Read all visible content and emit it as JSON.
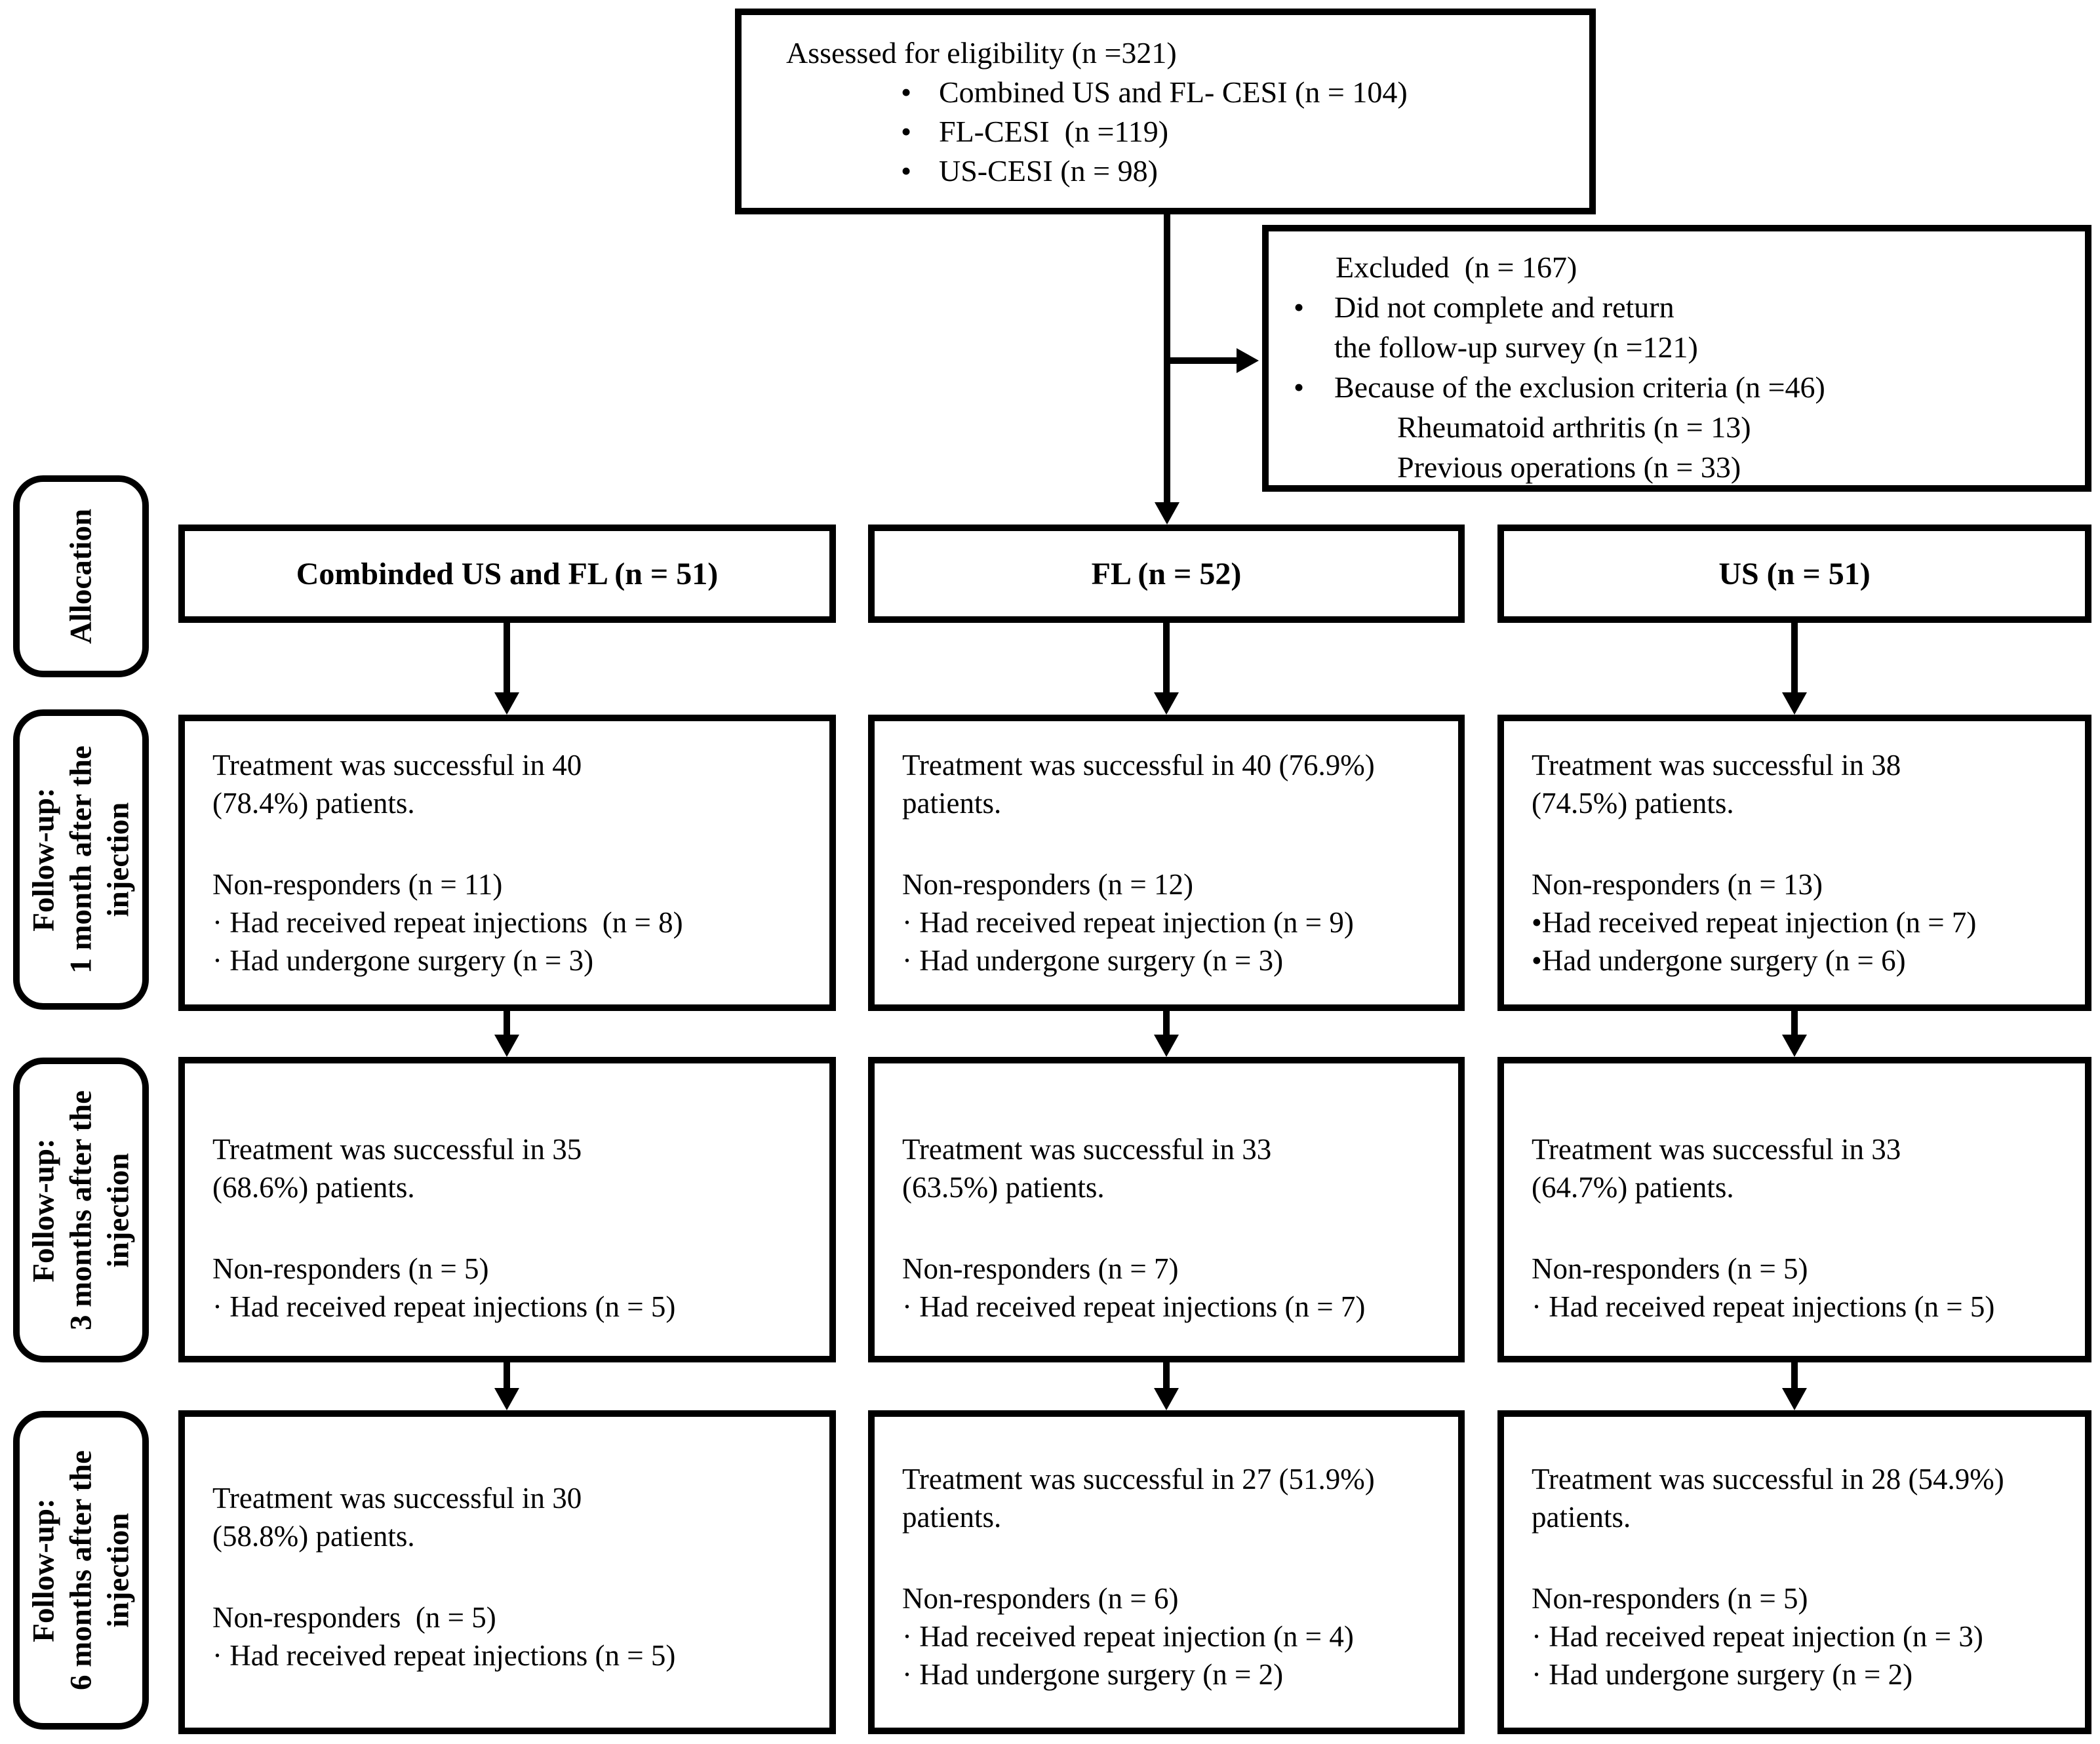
{
  "eligibility": {
    "title": "Assessed for eligibility (n =321)",
    "bullet_char": "•",
    "bullets": [
      "Combined US and FL- CESI (n = 104)",
      "FL-CESI  (n =119)",
      "US-CESI (n = 98)"
    ]
  },
  "excluded": {
    "title": "Excluded  (n = 167)",
    "bullet_char": "•",
    "item1": "Did not complete and return\nthe follow-up survey (n =121)",
    "item2": "Because of the exclusion criteria (n =46)",
    "sub_items": [
      "Rheumatoid arthritis (n = 13)",
      "Previous operations (n = 33)"
    ]
  },
  "stages": {
    "allocation": "Allocation",
    "followup_1m": "Follow-up:\n1 month after the\ninjection",
    "followup_3m": "Follow-up:\n3 months after the\ninjection",
    "followup_6m": "Follow-up:\n6 months after the\ninjection"
  },
  "allocation": {
    "combined": "Combinded US and FL (n = 51)",
    "fl": "FL (n = 52)",
    "us": "US (n = 51)"
  },
  "followup_1m": {
    "combined": {
      "p1": "Treatment was successful in 40\n(78.4%) patients.",
      "p2": "Non-responders (n = 11)\n· Had received repeat injections  (n = 8)\n· Had undergone surgery (n = 3)"
    },
    "fl": {
      "p1": "Treatment was successful in 40 (76.9%)\npatients.",
      "p2": "Non-responders (n = 12)\n· Had received repeat injection (n = 9)\n· Had undergone surgery (n = 3)"
    },
    "us": {
      "p1": "Treatment was successful in 38\n(74.5%) patients.",
      "p2": "Non-responders (n = 13)\n•Had received repeat injection (n = 7)\n•Had undergone surgery (n = 6)"
    }
  },
  "followup_3m": {
    "combined": {
      "p1": "Treatment was successful in 35\n(68.6%) patients.",
      "p2": "Non-responders (n = 5)\n· Had received repeat injections (n = 5)"
    },
    "fl": {
      "p1": "Treatment was successful in 33\n(63.5%) patients.",
      "p2": "Non-responders (n = 7)\n· Had received repeat injections (n = 7)"
    },
    "us": {
      "p1": "Treatment was successful in 33\n(64.7%) patients.",
      "p2": "Non-responders (n = 5)\n· Had received repeat injections (n = 5)"
    }
  },
  "followup_6m": {
    "combined": {
      "p1": "Treatment was successful in 30\n(58.8%) patients.",
      "p2": "Non-responders  (n = 5)\n· Had received repeat injections (n = 5)"
    },
    "fl": {
      "p1": "Treatment was successful in 27 (51.9%)\npatients.",
      "p2": "Non-responders (n = 6)\n· Had received repeat injection (n = 4)\n· Had undergone surgery (n = 2)"
    },
    "us": {
      "p1": "Treatment was successful in 28 (54.9%)\npatients.",
      "p2": "Non-responders (n = 5)\n· Had received repeat injection (n = 3)\n· Had undergone surgery (n = 2)"
    }
  },
  "colors": {
    "line": "#000000",
    "background": "#ffffff"
  }
}
